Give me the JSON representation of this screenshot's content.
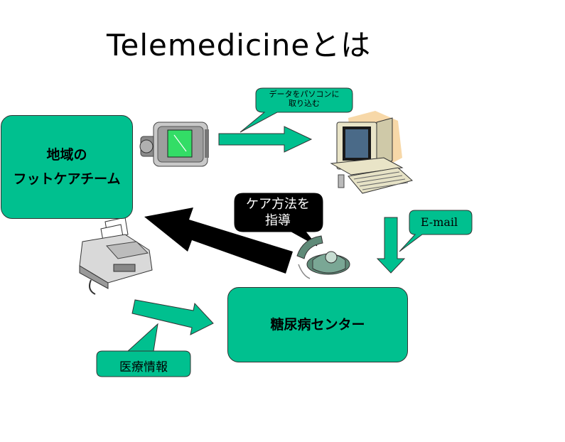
{
  "title": "Telemedicineとは",
  "boxes": {
    "foot_team_line1": "地域の",
    "foot_team_line2": "フットケアチーム",
    "center": "糖尿病センター"
  },
  "callouts": {
    "data_line1": "データをパソコンに",
    "data_line2": "取り込む",
    "email": "E-mail",
    "care_line1": "ケア方法を",
    "care_line2": "指導",
    "medical_info": "医療情報"
  },
  "colors": {
    "box_fill": "#00c08f",
    "arrow_fill": "#00c08f",
    "guidance_arrow": "#000000",
    "callout_dark": "#000000"
  },
  "icons": [
    "digital-camera-icon",
    "computer-icon",
    "telephone-icon",
    "fax-machine-icon"
  ]
}
